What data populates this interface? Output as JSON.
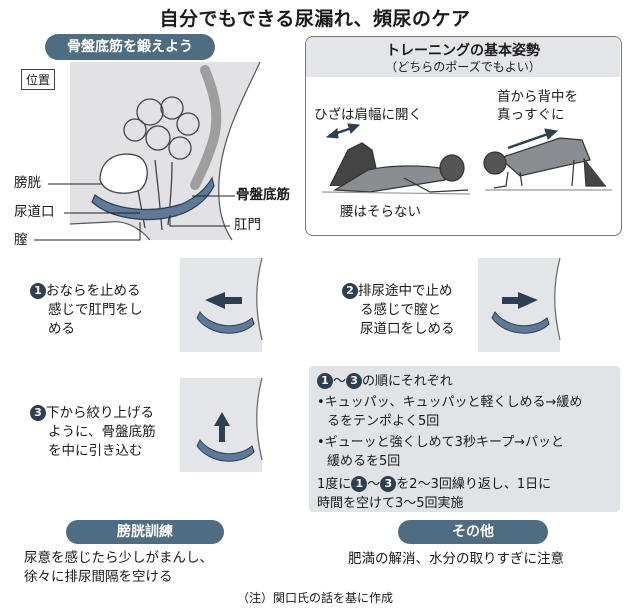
{
  "title": "自分でもできる尿漏れ、頻尿のケア",
  "pelvic_section": {
    "header": "骨盤底筋を鍛えよう",
    "position_label": "位置",
    "labels": {
      "bladder": "膀胱",
      "urethra": "尿道口",
      "vagina": "膣",
      "pelvic_floor": "骨盤底筋",
      "anus": "肛門"
    }
  },
  "posture_box": {
    "title": "トレーニングの基本姿勢",
    "subtitle": "（どちらのポーズでもよい）",
    "knees": "ひざは肩幅に開く",
    "waist": "腰はそらない",
    "neck_line1": "首から背中を",
    "neck_line2": "真っすぐに"
  },
  "steps": [
    {
      "num": "1",
      "line1": "おならを止める",
      "line2": "感じで肛門をし",
      "line3": "める"
    },
    {
      "num": "2",
      "line1": "排尿途中で止め",
      "line2": "る感じで膣と",
      "line3": "尿道口をしめる"
    },
    {
      "num": "3",
      "line1": "下から絞り上げる",
      "line2": "ように、骨盤底筋",
      "line3": "を中に引き込む"
    }
  ],
  "routine": {
    "head_num1": "1",
    "head_mid": "～",
    "head_num2": "3",
    "head_tail": "の順にそれぞれ",
    "b1_line1": "•キュッパッ、キュッパッと軽くしめる→緩め",
    "b1_line2": "るをテンポよく5回",
    "b2_line1": "•ギューッと強くしめて3秒キープ→パッと",
    "b2_line2": "緩めるを5回",
    "f_pre": "1度に",
    "f_num1": "1",
    "f_mid": "～",
    "f_num2": "3",
    "f_tail": "を2～3回繰り返し、1日に",
    "f_line2": "時間を空けて3～5回実施"
  },
  "bladder_training": {
    "header": "膀胱訓練",
    "line1": "尿意を感じたら少しがまんし、",
    "line2": "徐々に排尿間隔を空ける"
  },
  "other": {
    "header": "その他",
    "line1": "肥満の解消、水分の取りすぎに注意"
  },
  "note": "（注）関口氏の話を基に作成",
  "colors": {
    "accent": "#4e6d83",
    "muscle": "#5f7a99",
    "panel": "#e4e5e8"
  }
}
